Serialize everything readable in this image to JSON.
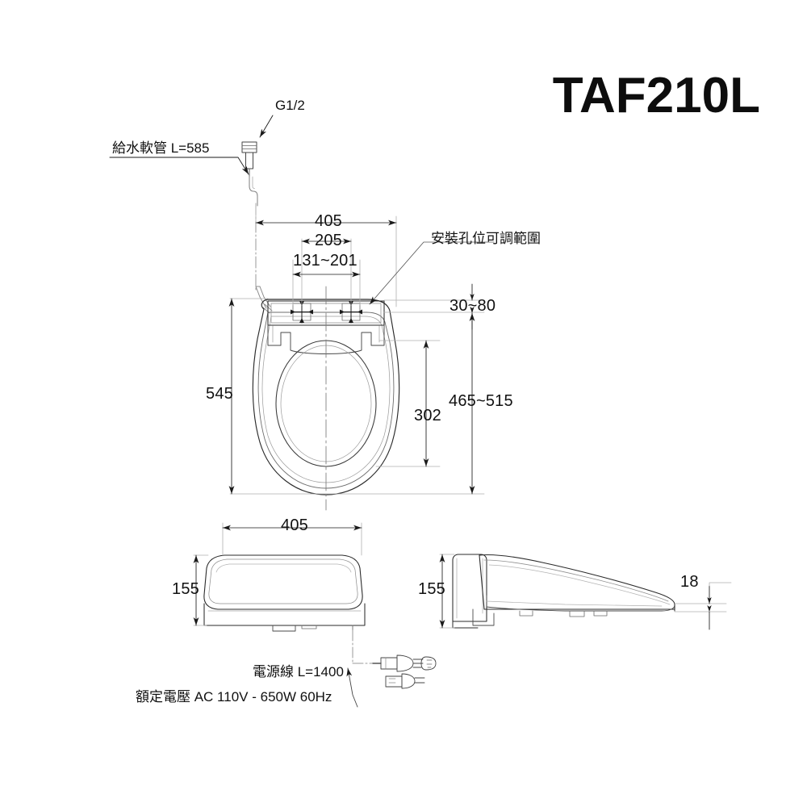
{
  "document": {
    "type": "technical-dimension-drawing",
    "product_model": "TAF210L",
    "background_color": "#ffffff",
    "line_color": "#1a1a1a"
  },
  "title": {
    "text": "TAF210L"
  },
  "annotations": {
    "inlet_thread": "G1/2",
    "water_supply_hose": "給水軟管 L=585",
    "mounting_hole_range": "安裝孔位可調範圍",
    "power_cord": "電源線 L=1400",
    "rated_voltage": "額定電壓 AC 110V - 650W 60Hz"
  },
  "views": {
    "plan": {
      "name": "top-plan-view",
      "dimensions": {
        "overall_width": "405",
        "hole_spacing": "205",
        "hole_adjust_range_width": "131~201",
        "overall_length": "545",
        "rear_offset": "30~80",
        "seat_opening_length": "302",
        "front_reach_range": "465~515"
      }
    },
    "front": {
      "name": "front-elevation-view",
      "dimensions": {
        "width": "405",
        "height": "155"
      }
    },
    "side": {
      "name": "side-elevation-view",
      "dimensions": {
        "height": "155",
        "front_edge_thickness": "18"
      }
    }
  },
  "icons": {
    "plug": "power-plug-icon",
    "socket": "power-socket-icon",
    "hose_fitting": "hose-fitting-icon"
  }
}
